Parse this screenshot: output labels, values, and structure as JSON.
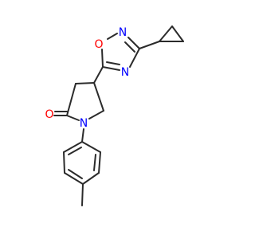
{
  "molecule": {
    "atoms": [
      {
        "id": "O1",
        "label": "O",
        "color": "#ff0000"
      },
      {
        "id": "N2",
        "label": "N",
        "color": "#0000ff"
      },
      {
        "id": "N4",
        "label": "N",
        "color": "#0000ff"
      },
      {
        "id": "O_carbonyl",
        "label": "O",
        "color": "#ff0000"
      },
      {
        "id": "N_lactam",
        "label": "N",
        "color": "#0000ff"
      }
    ],
    "bond_color": "#2b2b2b"
  }
}
